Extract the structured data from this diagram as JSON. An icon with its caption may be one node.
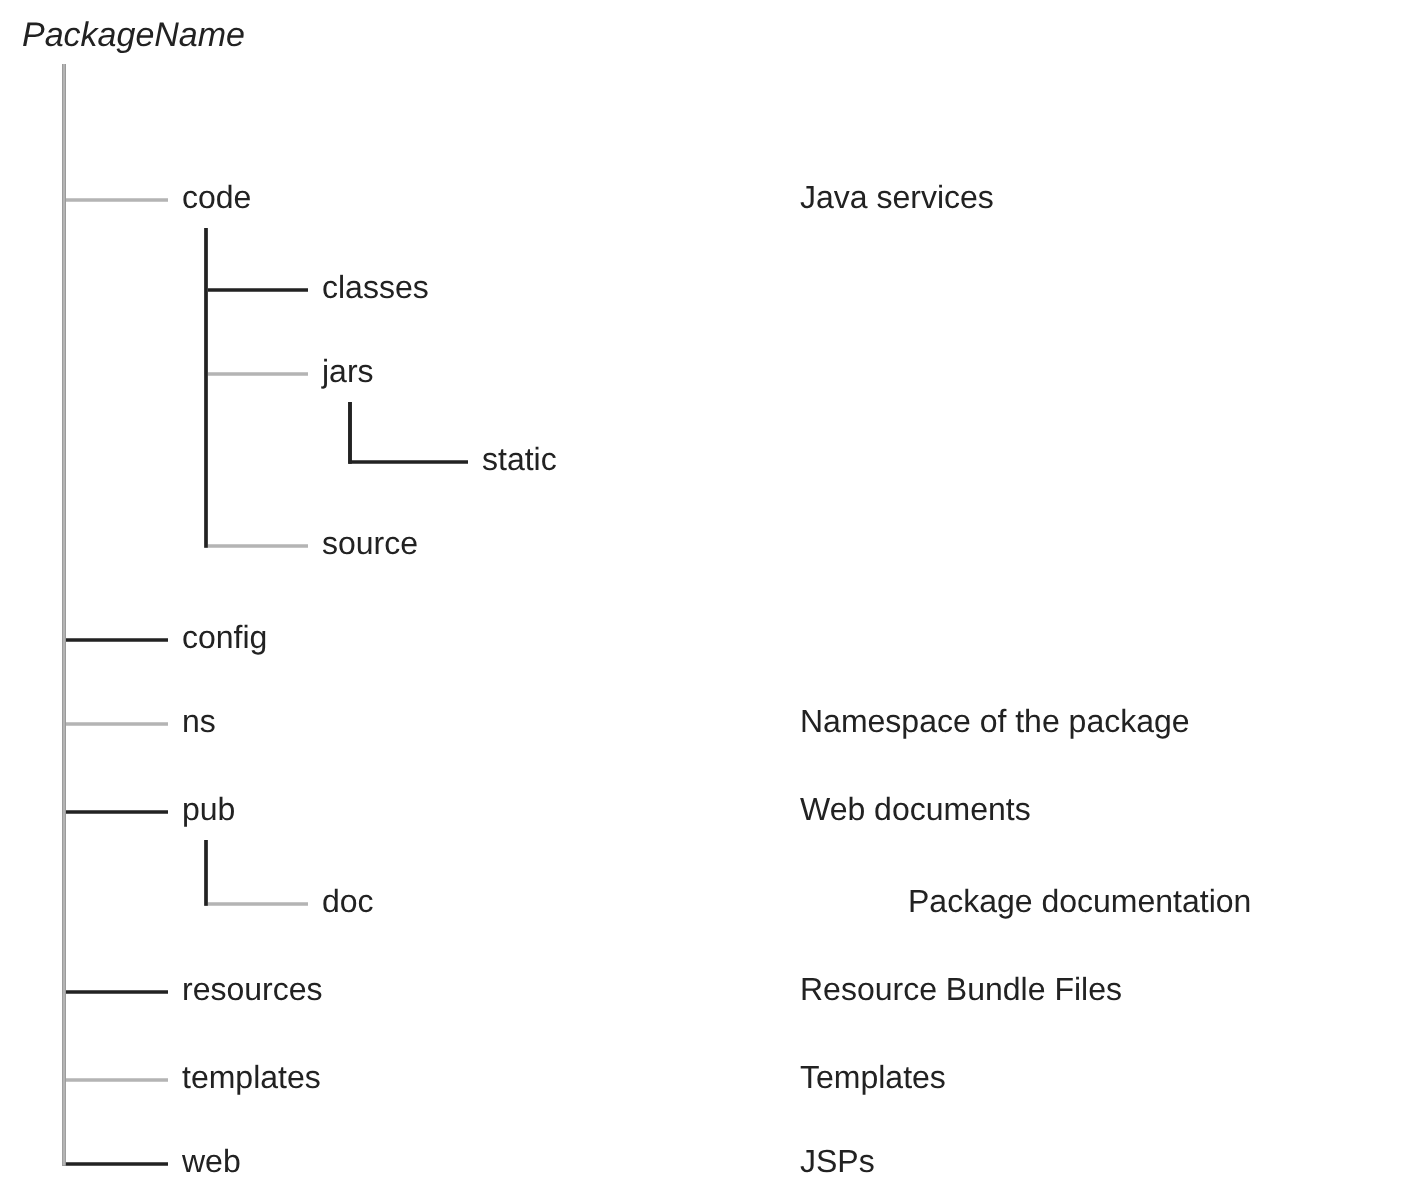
{
  "diagram": {
    "nodes": [
      {
        "text": [
          "PackageName"
        ]
      },
      {
        "text": [
          "code"
        ]
      },
      {
        "text": [
          "classes"
        ]
      },
      {
        "text": [
          "jars"
        ]
      },
      {
        "text": [
          "static"
        ]
      },
      {
        "text": [
          "source"
        ]
      },
      {
        "text": [
          "config"
        ]
      },
      {
        "text": [
          "ns"
        ]
      },
      {
        "text": [
          "pub"
        ]
      },
      {
        "text": [
          "doc"
        ]
      },
      {
        "text": [
          "resources"
        ]
      },
      {
        "text": [
          "templates"
        ]
      },
      {
        "text": [
          "web"
        ]
      }
    ],
    "edges": [
      {
        "from": 0,
        "to": 1,
        "arrow": "none",
        "color": "#b4b4b4"
      },
      {
        "from": 1,
        "to": 2,
        "arrow": "none",
        "color": "#222222"
      },
      {
        "from": 1,
        "to": 3,
        "arrow": "none",
        "color": "#b4b4b4"
      },
      {
        "from": 3,
        "to": 4,
        "arrow": "none",
        "color": "#222222"
      },
      {
        "from": 1,
        "to": 5,
        "arrow": "none",
        "color": "#b4b4b4"
      },
      {
        "from": 0,
        "to": 6,
        "arrow": "none",
        "color": "#222222"
      },
      {
        "from": 0,
        "to": 7,
        "arrow": "none",
        "color": "#b4b4b4"
      },
      {
        "from": 0,
        "to": 8,
        "arrow": "none",
        "color": "#222222"
      },
      {
        "from": 8,
        "to": 9,
        "arrow": "none",
        "color": "#b4b4b4"
      },
      {
        "from": 0,
        "to": 10,
        "arrow": "none",
        "color": "#222222"
      },
      {
        "from": 0,
        "to": 11,
        "arrow": "none",
        "color": "#b4b4b4"
      },
      {
        "from": 0,
        "to": 12,
        "arrow": "none",
        "color": "#222222"
      }
    ],
    "labels": [
      "Java services",
      "Namespace of the package",
      "Web documents",
      "Package documentation",
      "Resource Bundle Files",
      "Templates",
      "JSPs"
    ]
  }
}
